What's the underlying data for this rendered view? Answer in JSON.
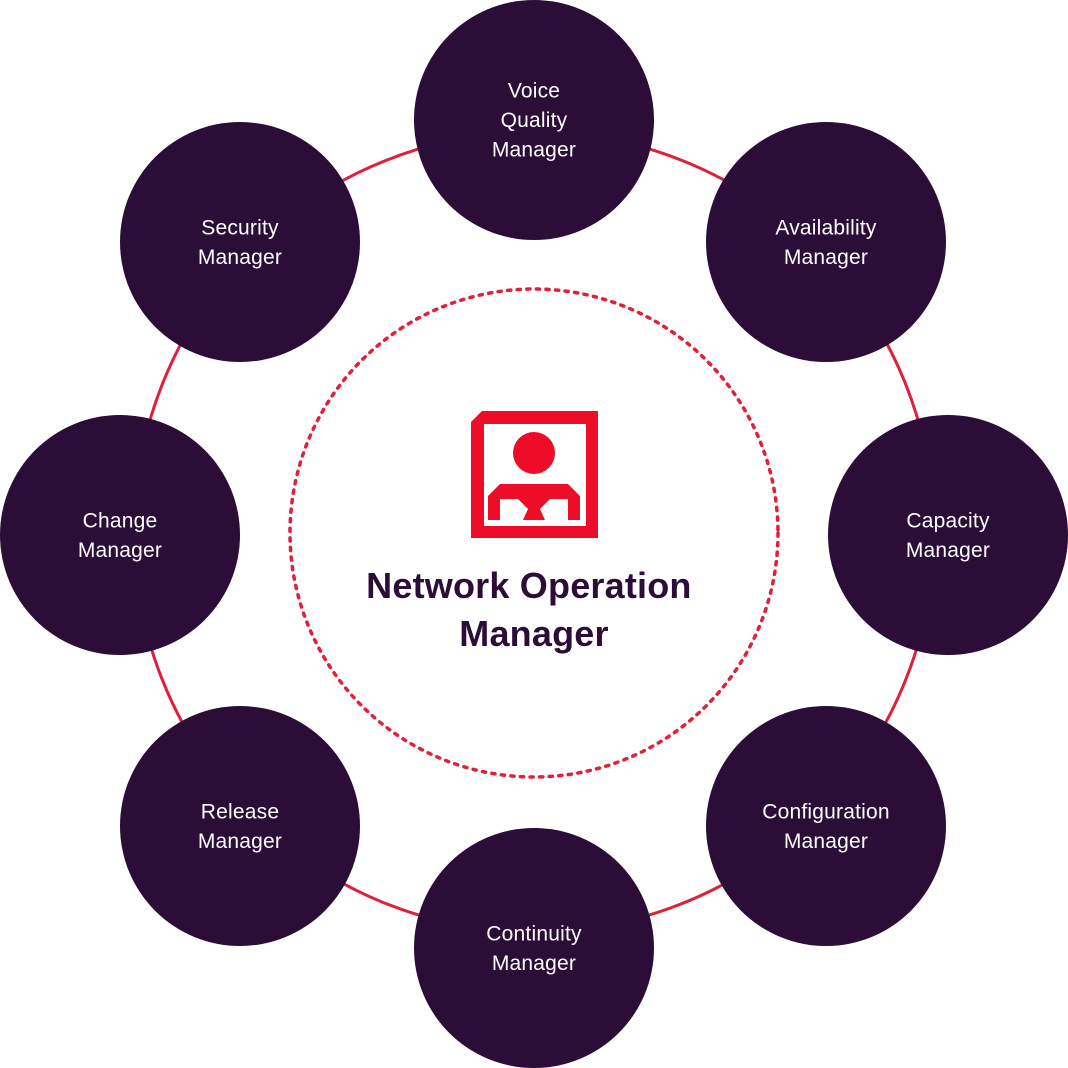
{
  "colors": {
    "background": "#ffffff",
    "node_fill": "#2c0d38",
    "node_text": "#ffffff",
    "ring_stroke": "#e0203a",
    "accent_red": "#ee0d28",
    "title_text": "#2c0d38"
  },
  "center": {
    "icon": "network-operator-icon",
    "title_lines": [
      "Network Operation",
      "Manager"
    ]
  },
  "modules": [
    {
      "id": "voice-quality",
      "lines": [
        "Voice",
        "Quality",
        "Manager"
      ]
    },
    {
      "id": "availability",
      "lines": [
        "Availability",
        "Manager"
      ]
    },
    {
      "id": "capacity",
      "lines": [
        "Capacity",
        "Manager"
      ]
    },
    {
      "id": "configuration",
      "lines": [
        "Configuration",
        "Manager"
      ]
    },
    {
      "id": "continuity",
      "lines": [
        "Continuity",
        "Manager"
      ]
    },
    {
      "id": "release",
      "lines": [
        "Release",
        "Manager"
      ]
    },
    {
      "id": "change",
      "lines": [
        "Change",
        "Manager"
      ]
    },
    {
      "id": "security",
      "lines": [
        "Security",
        "Manager"
      ]
    }
  ]
}
